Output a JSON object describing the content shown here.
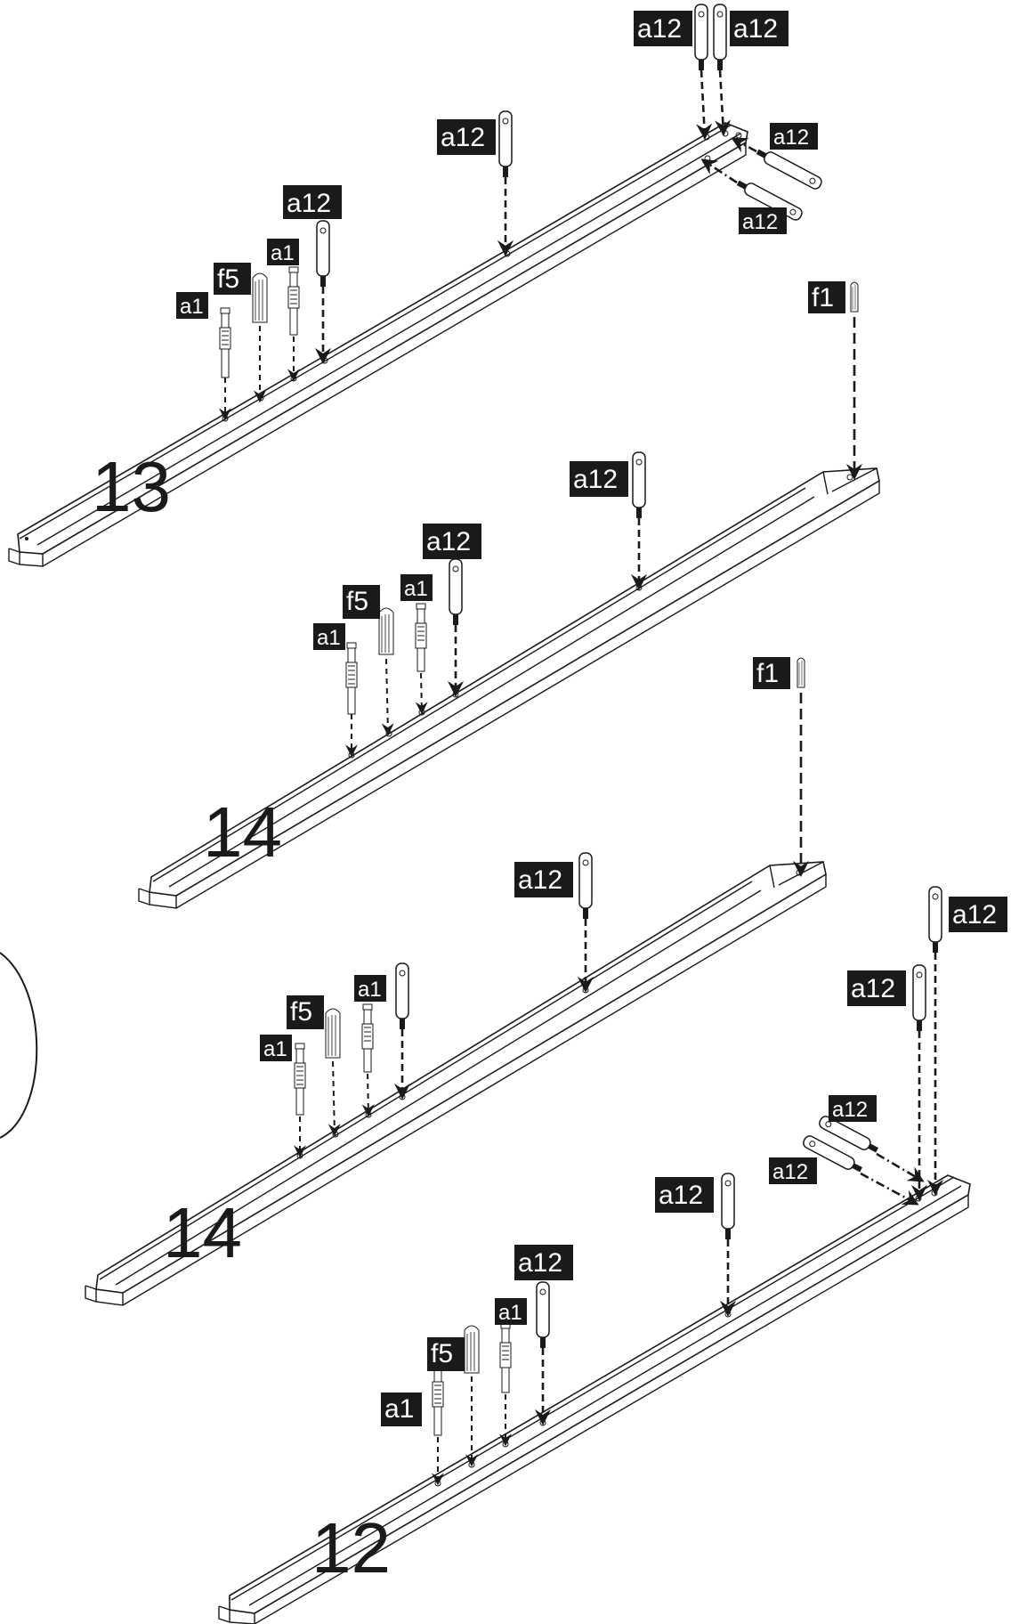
{
  "parts": {
    "a1": "a1",
    "a12": "a12",
    "f1": "f1",
    "f5": "f5"
  },
  "rails": [
    {
      "number": "13"
    },
    {
      "number": "14"
    },
    {
      "number": "14"
    },
    {
      "number": "12"
    }
  ],
  "colors": {
    "ink": "#1a1a1a",
    "paper": "#ffffff"
  }
}
